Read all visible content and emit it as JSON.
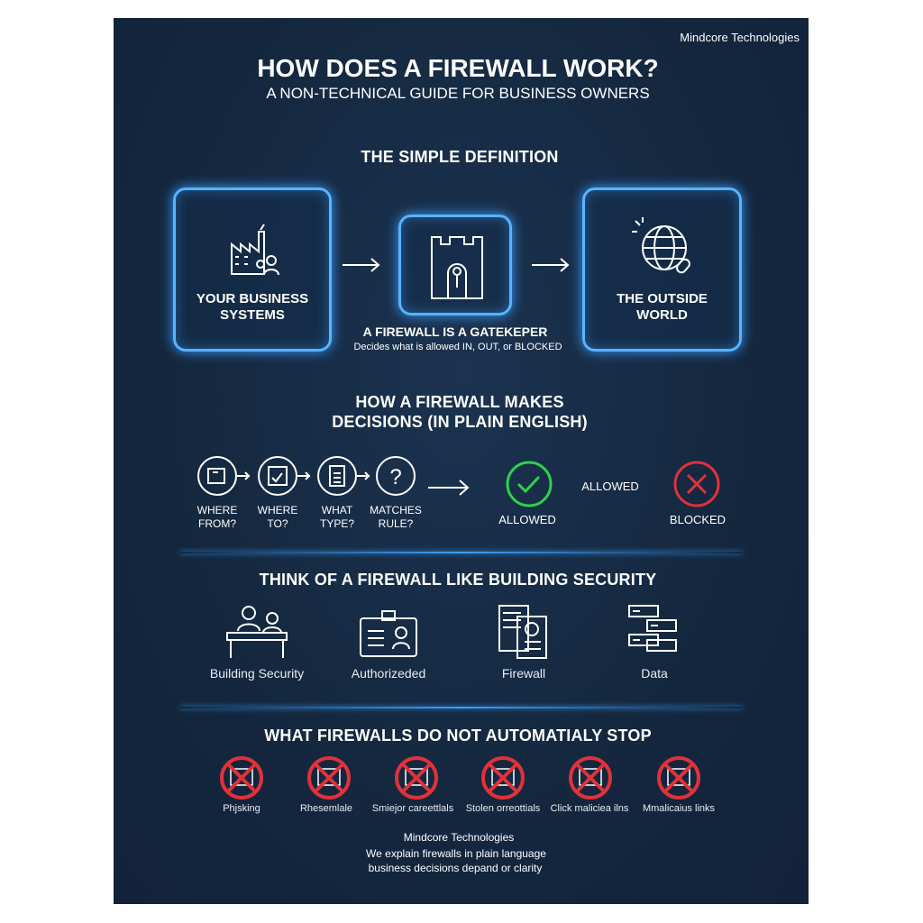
{
  "brand": "Mindcore Technologies",
  "title": "HOW DOES A FIREWALL WORK?",
  "subtitle": "A NON-TECHNICAL GUIDE FOR BUSINESS OWNERS",
  "definition": {
    "heading": "THE SIMPLE DEFINITION",
    "left_box": [
      "YOUR BUSINESS",
      "SYSTEMS"
    ],
    "right_box": [
      "THE OUTSIDE",
      "WORLD"
    ],
    "center_title": "A FIREWALL IS A GATEKEPER",
    "center_sub": "Decides what is allowed IN, OUT, or BLOCKED"
  },
  "decisions": {
    "heading": [
      "HOW A FIREWALL MAKES",
      "DECISIONS (IN PLAIN ENGLISH)"
    ],
    "steps": [
      {
        "l1": "WHERE",
        "l2": "FROM?",
        "icon": "server-icon"
      },
      {
        "l1": "WHERE",
        "l2": "TO?",
        "icon": "calendar-check-icon"
      },
      {
        "l1": "WHAT",
        "l2": "TYPE?",
        "icon": "document-icon"
      },
      {
        "l1": "MATCHES",
        "l2": "RULE?",
        "icon": "question-icon"
      }
    ],
    "allowed_label": "ALLOWED",
    "middle_label": "ALLOWED",
    "blocked_label": "BLOCKED",
    "colors": {
      "allowed": "#2fd14a",
      "blocked": "#e0323a"
    }
  },
  "analogy": {
    "heading": "THINK OF A FIREWALL LIKE BUILDING SECURITY",
    "items": [
      "Building Security",
      "Authorizeded",
      "Firewall",
      "Data"
    ]
  },
  "not_stop": {
    "heading": "WHAT FIREWALLS DO NOT AUTOMATIALY STOP",
    "items": [
      "Phjsking",
      "Rhesemlale",
      "Smiejor careettlals",
      "Stolen orreottials",
      "Click maliciea ilns",
      "Mmalicaius links"
    ]
  },
  "footer": {
    "brand": "Mindcore Technologies",
    "line1": "We explain firewalls in plain language",
    "line2": "business decisions depand or clarity"
  },
  "accent": "#58b4ff"
}
